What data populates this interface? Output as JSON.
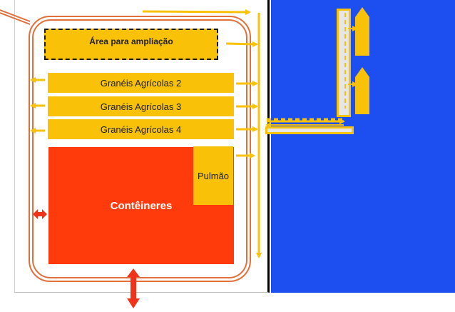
{
  "labels": {
    "expansion": "Área para ampliação",
    "grains_2": "Granéis Agrícolas 2",
    "grains_3": "Granéis Agrícolas 3",
    "grains_4": "Granéis Agrícolas 4",
    "containers": "Contêineres",
    "buffer": "Pulmão"
  },
  "colors": {
    "water": "#1d4ff0",
    "bulk_area": "#f9c107",
    "container_area": "#ff3b0c",
    "road": "#e1703c",
    "flow_arrow": "#f9c107",
    "access_arrow": "#f0341c"
  },
  "icons": [
    "ship-icon",
    "arrow-icon",
    "double-arrow-icon"
  ]
}
